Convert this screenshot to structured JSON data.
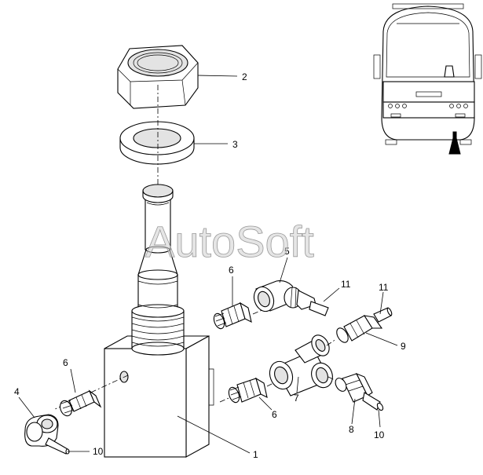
{
  "watermark": "AutoSoft",
  "callouts": {
    "c1": "1",
    "c2": "2",
    "c3": "3",
    "c4": "4",
    "c5": "5",
    "c6a": "6",
    "c6b": "6",
    "c6c": "6",
    "c7": "7",
    "c8": "8",
    "c9": "9",
    "c10a": "10",
    "c10b": "10",
    "c11a": "11",
    "c11b": "11"
  }
}
